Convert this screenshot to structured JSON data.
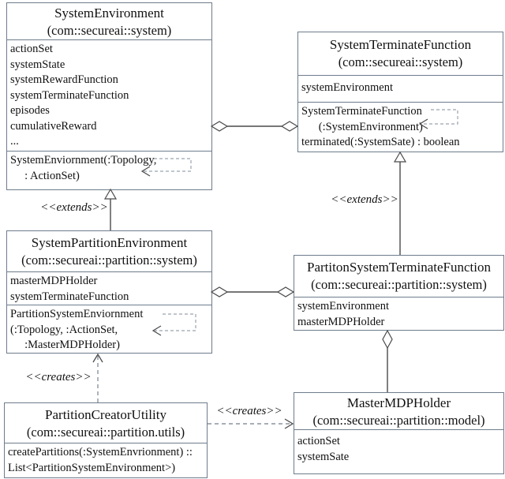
{
  "diagram": {
    "type": "uml-class-diagram",
    "classes": [
      {
        "name": "SystemEnvironment",
        "package": "(com::secureai::system)",
        "attributes": [
          "actionSet",
          "systemState",
          "systemRewardFunction",
          "systemTerminateFunction",
          "episodes",
          "cumulativeReward",
          "..."
        ],
        "methods": [
          "SystemEnviornment(:Topology,",
          "     : ActionSet)"
        ]
      },
      {
        "name": "SystemTerminateFunction",
        "package": "(com::secureai::system)",
        "attributes": [
          "systemEnvironment"
        ],
        "methods": [
          "SystemTerminateFunction",
          "      (:SystemEnvironment)",
          "terminated(:SystemSate) : boolean"
        ]
      },
      {
        "name": "SystemPartitionEnvironment",
        "package": "(com::secureai::partition::system)",
        "attributes": [
          "masterMDPHolder",
          "systemTerminateFunction"
        ],
        "methods": [
          "PartitionSystemEnviornment",
          "(:Topology, :ActionSet,",
          "     :MasterMDPHolder)"
        ]
      },
      {
        "name": "PartitonSystemTerminateFunction",
        "package": "(com::secureai::partition::system)",
        "attributes": [
          "systemEnvironment",
          "masterMDPHolder"
        ],
        "methods": []
      },
      {
        "name": "PartitionCreatorUtility",
        "package": "(com::secureai::partition.utils)",
        "attributes": [],
        "methods": [
          "createPartitions(:SystemEnvrionment) ::",
          "List<PartitionSystemEnvironment>)"
        ]
      },
      {
        "name": "MasterMDPHolder",
        "package": "(com::secureai::partition::model)",
        "attributes": [
          "actionSet",
          "systemSate"
        ],
        "methods": []
      }
    ],
    "labels": {
      "extends_left": "<<extends>>",
      "extends_right": "<<extends>>",
      "creates_left": "<<creates>>",
      "creates_right": "<<creates>>"
    },
    "colors": {
      "box_border": "#6e7c8c",
      "solid_line": "#4a4a4a",
      "dashed_line": "#8a94a0",
      "background": "#ffffff"
    }
  }
}
